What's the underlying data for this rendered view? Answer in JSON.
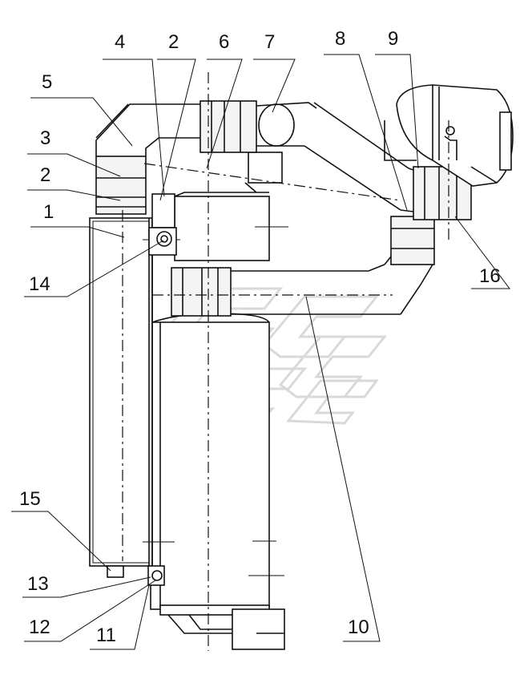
{
  "callouts": [
    {
      "id": "1",
      "text": "1"
    },
    {
      "id": "2a",
      "text": "2"
    },
    {
      "id": "2b",
      "text": "2"
    },
    {
      "id": "3",
      "text": "3"
    },
    {
      "id": "4",
      "text": "4"
    },
    {
      "id": "5",
      "text": "5"
    },
    {
      "id": "6",
      "text": "6"
    },
    {
      "id": "7",
      "text": "7"
    },
    {
      "id": "8",
      "text": "8"
    },
    {
      "id": "9",
      "text": "9"
    },
    {
      "id": "10",
      "text": "10"
    },
    {
      "id": "11",
      "text": "11"
    },
    {
      "id": "12",
      "text": "12"
    },
    {
      "id": "13",
      "text": "13"
    },
    {
      "id": "14",
      "text": "14"
    },
    {
      "id": "15",
      "text": "15"
    },
    {
      "id": "16",
      "text": "16"
    }
  ]
}
